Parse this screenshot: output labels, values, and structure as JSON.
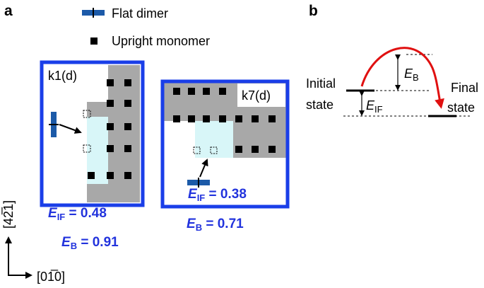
{
  "panels": {
    "a": {
      "label": "a",
      "legend": {
        "flat_dimer": "Flat dimer",
        "upright_monomer": "Upright monomer"
      },
      "box1": {
        "label": "k1(d)",
        "e_if_var": "E",
        "e_if_sub": "IF",
        "e_if_value": " = 0.48",
        "e_b_var": "E",
        "e_b_sub": "B",
        "e_b_value": " = 0.91"
      },
      "box2": {
        "label": "k7(d)",
        "e_if_var": "E",
        "e_if_sub": "IF",
        "e_if_value": " = 0.38",
        "e_b_var": "E",
        "e_b_sub": "B",
        "e_b_value": " = 0.71"
      },
      "axes": {
        "vertical": "[42̅1]",
        "horizontal": "[01̅0]"
      }
    },
    "b": {
      "label": "b",
      "initial_line1": "Initial",
      "initial_line2": "state",
      "final_line1": "Final",
      "final_line2": "state",
      "eb_var": "E",
      "eb_sub": "B",
      "eif_var": "E",
      "eif_sub": "IF"
    }
  },
  "colors": {
    "frame_blue": "#1a3ee8",
    "value_blue": "#2233dd",
    "dimer_blue": "#1c5aa8",
    "gray_region": "#a8a8a8",
    "cyan_region": "#d8f6f8",
    "arrow_red": "#e01010"
  },
  "icons": {
    "flat_dimer": "flat-dimer-icon",
    "upright_monomer": "upright-monomer-icon"
  }
}
